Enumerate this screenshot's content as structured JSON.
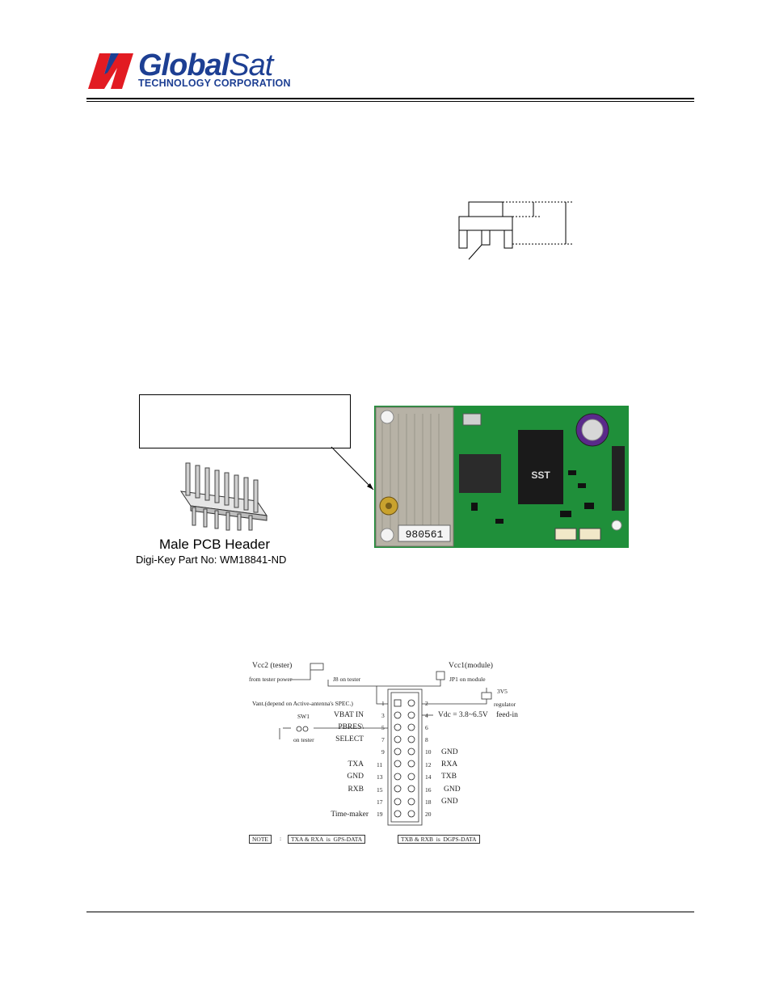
{
  "header": {
    "logo_main": "Global",
    "logo_main_thin": "Sat",
    "logo_sub": "TECHNOLOGY CORPORATION"
  },
  "header_caption": {
    "title": "Male PCB Header",
    "part_no": "Digi-Key Part No: WM18841-ND"
  },
  "pcb": {
    "label": "980561",
    "chip_brand": "SST"
  },
  "pinout": {
    "vcc2": "Vcc2 (tester)",
    "from_tester": "from tester power",
    "j8": "J8 on tester",
    "vcc1": "Vcc1(module)",
    "jp1": "JP1 on module",
    "v3v5": "3V5",
    "regulator": "regulator",
    "feed_in": "feed-in",
    "vdc": "Vdc = 3.8~6.5V",
    "vant": "Vant.(depend on Active-antenna's SPEC.)",
    "sw1": "SW1",
    "on_tester": "on tester",
    "left_labels": [
      {
        "pin": "1",
        "label": ""
      },
      {
        "pin": "3",
        "label": "VBAT IN"
      },
      {
        "pin": "5",
        "label": "PBRES\\"
      },
      {
        "pin": "7",
        "label": "SELECT"
      },
      {
        "pin": "9",
        "label": ""
      },
      {
        "pin": "11",
        "label": "TXA"
      },
      {
        "pin": "13",
        "label": "GND"
      },
      {
        "pin": "15",
        "label": "RXB"
      },
      {
        "pin": "17",
        "label": ""
      },
      {
        "pin": "19",
        "label": "Time-maker"
      }
    ],
    "right_labels": [
      {
        "pin": "2",
        "label": ""
      },
      {
        "pin": "4",
        "label": ""
      },
      {
        "pin": "6",
        "label": ""
      },
      {
        "pin": "8",
        "label": ""
      },
      {
        "pin": "10",
        "label": "GND"
      },
      {
        "pin": "12",
        "label": "RXA"
      },
      {
        "pin": "14",
        "label": "TXB"
      },
      {
        "pin": "16",
        "label": "GND"
      },
      {
        "pin": "18",
        "label": "GND"
      },
      {
        "pin": "20",
        "label": ""
      }
    ],
    "note_label": "NOTE",
    "note_sep": ":",
    "note_a": "TXA & RXA  is  GPS-DATA",
    "note_b": "TXB & RXB  is  DGPS-DATA"
  },
  "colors": {
    "logo_red": "#e21b22",
    "logo_blue": "#1d3f93",
    "pcb_green": "#1f8f3a"
  }
}
